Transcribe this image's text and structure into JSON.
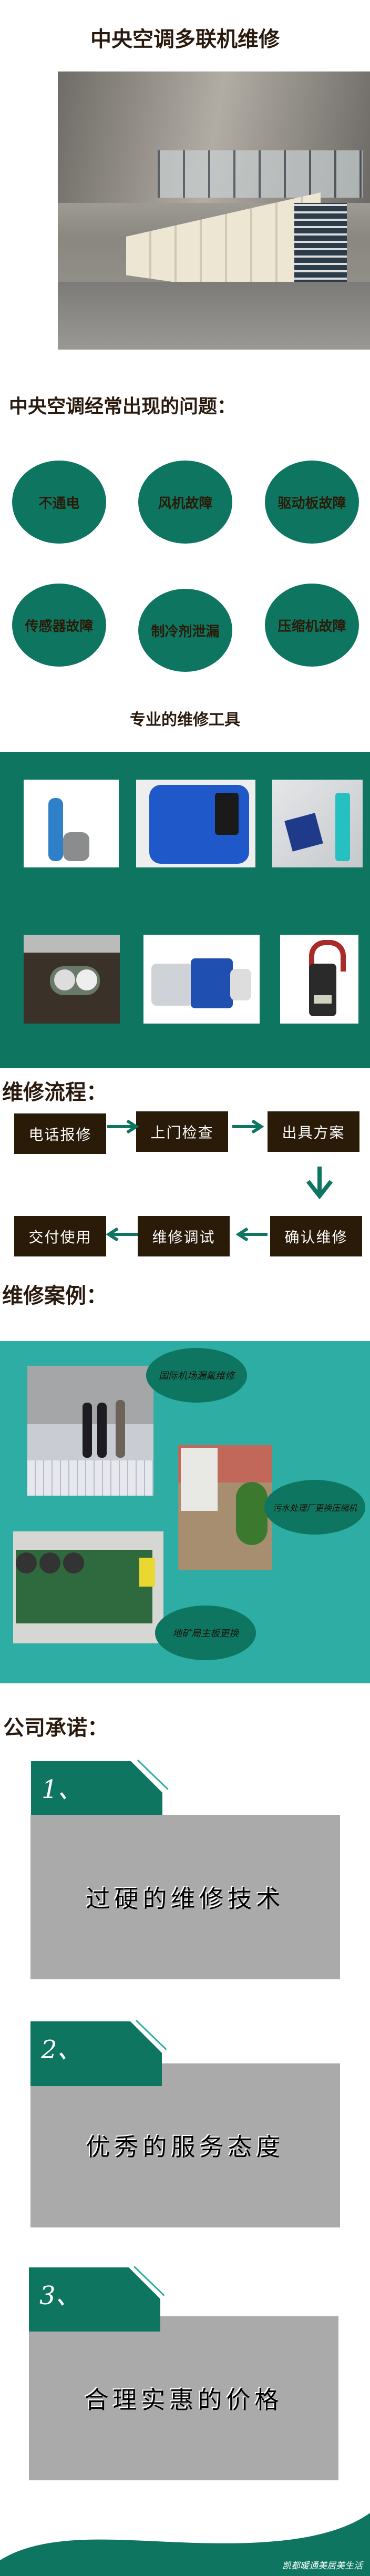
{
  "header": {
    "title": "中央空调多联机维修"
  },
  "problems": {
    "heading": "中央空调经常出现的问题：",
    "items": [
      "不通电",
      "风机故障",
      "驱动板故障",
      "传感器故障",
      "制冷剂泄漏",
      "压缩机故障"
    ]
  },
  "tools": {
    "heading": "专业的维修工具"
  },
  "process": {
    "heading": "维修流程：",
    "steps": [
      "电话报修",
      "上门检查",
      "出具方案",
      "确认维修",
      "维修调试",
      "交付使用"
    ]
  },
  "cases": {
    "heading": "维修案例：",
    "items": [
      "国际机场漏氟维修",
      "污水处理厂更换压缩机",
      "地矿局主板更换"
    ]
  },
  "promise": {
    "heading": "公司承诺：",
    "items": [
      {
        "num": "1、",
        "text": "过硬的维修技术"
      },
      {
        "num": "2、",
        "text": "优秀的服务态度"
      },
      {
        "num": "3、",
        "text": "合理实惠的价格"
      }
    ]
  },
  "footer": {
    "slogan": "凯都暖通美居美生活"
  },
  "colors": {
    "green": "#0e7560",
    "teal": "#2dada3",
    "brown": "#2a1a08",
    "gray": "#aaaaaa"
  }
}
